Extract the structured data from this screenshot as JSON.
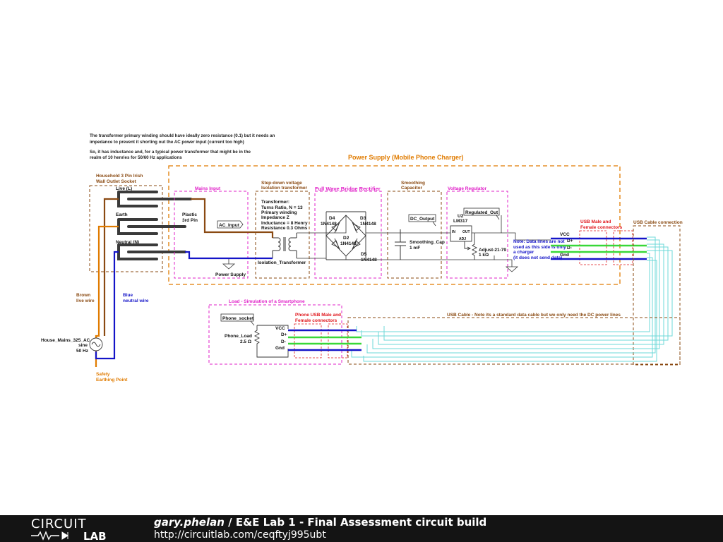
{
  "diagram": {
    "top_note": [
      "The transformer primary winding should have ideally zero resistance (0.1) but it needs an",
      "impedance to prevent it shorting out the AC power input (current too high)",
      "So, it has inductance and, for a typical power transformer that might be in the",
      "realm of 10 henries for 50/60 Hz applications"
    ],
    "power_supply_title": "Power Supply (Mobile Phone Charger)",
    "socket_title": [
      "Household 3 Pin Irish",
      "Wall Outlet Socket"
    ],
    "socket_pins": {
      "live": "Live (L)",
      "earth": "Earth",
      "neutral": "Neutral (N)"
    },
    "mains_input_title": "Mains Input",
    "plastic_pin": [
      "Plastic",
      "3rd Pin"
    ],
    "ac_input": "AC_Input",
    "power_supply_label": "Power Supply",
    "transformer_title": [
      "Step-down voltage",
      "Isolation transformer"
    ],
    "transformer_spec": [
      "Transformer:",
      "Turns Ratio, N = 13",
      "Primary winding",
      "Impedance Z",
      "Inductance = 8 Henry",
      "Resistance 0.3 Ohms"
    ],
    "isolation_transformer": "Isolation_Transformer",
    "bridge_title": "Full Wave Bridge Rectifier",
    "diodes": {
      "d4": [
        "D4",
        "1N4148"
      ],
      "d3": [
        "D3",
        "1N4148"
      ],
      "d2": [
        "D2",
        "1N4148"
      ],
      "d5": [
        "D5",
        "1N4148"
      ]
    },
    "smoothing_title": [
      "Smoothing",
      "Capacitor"
    ],
    "dc_output": "DC_Output",
    "smoothing_cap": [
      "Smoothing_Cap",
      "1 mF"
    ],
    "regulator_title": "Voltage Regulator",
    "regulated_out": "Regulated_Out",
    "u2": [
      "U2",
      "LM317"
    ],
    "reg_pins": {
      "in": "IN",
      "out": "OUT",
      "adj": "ADJ"
    },
    "adjust_pot": [
      "Adjust-21-79",
      "1 kΩ"
    ],
    "data_note": [
      "Note: Data lines are not",
      "used as this side is only",
      "a charger",
      "(it does not send data)"
    ],
    "usb_pins": {
      "vcc": "VCC",
      "dplus": "D+",
      "dminus": "D-",
      "gnd": "Gnd"
    },
    "usb_connectors_title": [
      "USB Male and",
      "Female connectors"
    ],
    "usb_cable_connection": "USB Cable connection",
    "usb_cable_note": "USB Cable - Note its a standard data cable but we only need the DC power lines",
    "load_title": "Load - Simulation of a Smartphone",
    "phone_socket": "Phone_socket",
    "phone_load": [
      "Phone_Load",
      "2.5 Ω"
    ],
    "phone_usb_title": [
      "Phone USB Male and",
      "Female connectors"
    ],
    "brown_wire": [
      "Brown",
      "live wire"
    ],
    "blue_wire": [
      "Blue",
      "neutral wire"
    ],
    "house_mains": [
      "House_Mains_325_AC",
      "sine",
      "50 Hz"
    ],
    "safety_earth": [
      "Safety",
      "Earthing Point"
    ]
  },
  "footer": {
    "logo_top": "CIRCUIT",
    "logo_bottom": "LAB",
    "user": "gary.phelan",
    "separator": "/",
    "title": "E&E Lab 1 - Final Assessment circuit build",
    "url": "http://circuitlab.com/ceqftyj995ubt"
  },
  "colors": {
    "orange": "#e07b00",
    "magenta": "#e020c8",
    "brown": "#8a4a12",
    "blue": "#1414c8",
    "green": "#38d838",
    "cyan": "#6cd8d8",
    "red": "#e0161b",
    "background": "#ffffff",
    "footer": "#141414"
  }
}
